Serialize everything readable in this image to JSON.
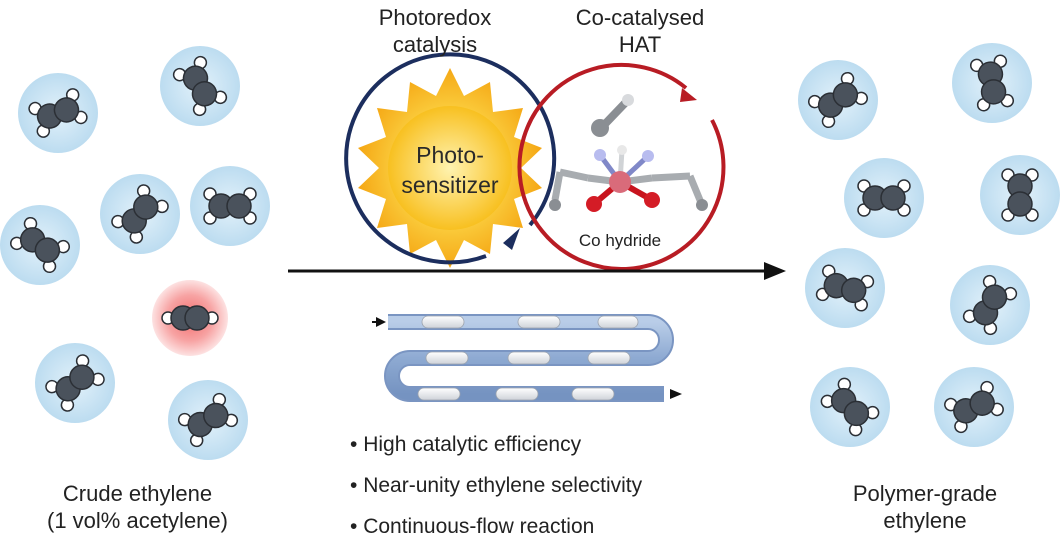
{
  "labels": {
    "photoredox": "Photoredox catalysis",
    "photoredox_line1": "Photoredox",
    "photoredox_line2": "catalysis",
    "hat_line1": "Co-catalysed",
    "hat_line2": "HAT",
    "photosensitizer_line1": "Photo-",
    "photosensitizer_line2": "sensitizer",
    "co_hydride": "Co hydride",
    "crude_line1": "Crude ethylene",
    "crude_line2": "(1 vol% acetylene)",
    "product_line1": "Polymer-grade",
    "product_line2": "ethylene"
  },
  "bullets": [
    "High catalytic efficiency",
    "Near-unity ethylene selectivity",
    "Continuous-flow reaction"
  ],
  "colors": {
    "ethylene_bubble": "#cfe6f4",
    "acetylene_bubble": "#f4a0a0",
    "carbon": "#4a525c",
    "photoredox_cycle": "#1c2e5e",
    "hat_cycle": "#b81c24",
    "sun": "#f7c21a",
    "flow_tube": "#93aed3"
  },
  "icons": {
    "ethylene_molecule": "ethylene-icon",
    "acetylene_molecule": "acetylene-icon",
    "reaction_arrow": "arrow-right-icon",
    "flow_reactor": "flow-reactor-icon"
  }
}
